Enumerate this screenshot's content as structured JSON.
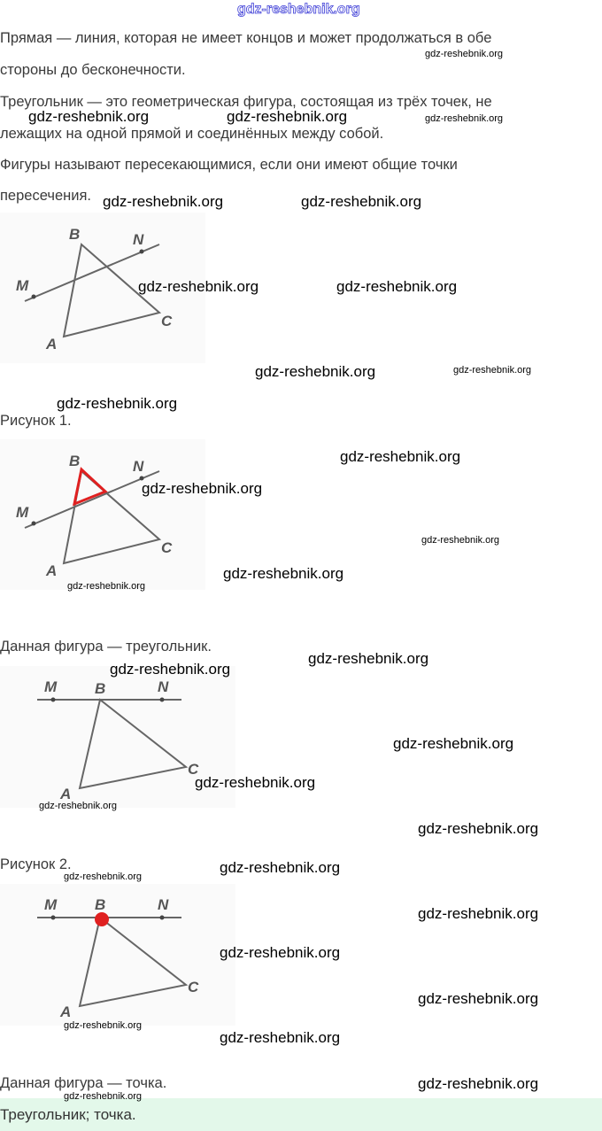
{
  "watermark": "gdz-reshebnik.org",
  "paragraphs": [
    "Прямая — линия, которая не имеет концов и может продолжаться в обе",
    "стороны до бесконечности.",
    "Треугольник — это геометрическая фигура, состоящая из трёх точек, не",
    "лежащих на одной прямой и соединённых между собой.",
    "Фигуры называют пересекающимися, если они имеют общие точки",
    "пересечения."
  ],
  "figure1_caption": "Рисунок 1.",
  "result1": "Данная фигура — треугольник.",
  "figure2_caption": "Рисунок 2.",
  "result2": "Данная фигура — точка.",
  "answer": "Треугольник; точка.",
  "labels": {
    "A": "A",
    "B": "B",
    "C": "C",
    "M": "M",
    "N": "N"
  },
  "colors": {
    "highlight": "#e02020",
    "answer_bg": "#e3f8ea"
  }
}
